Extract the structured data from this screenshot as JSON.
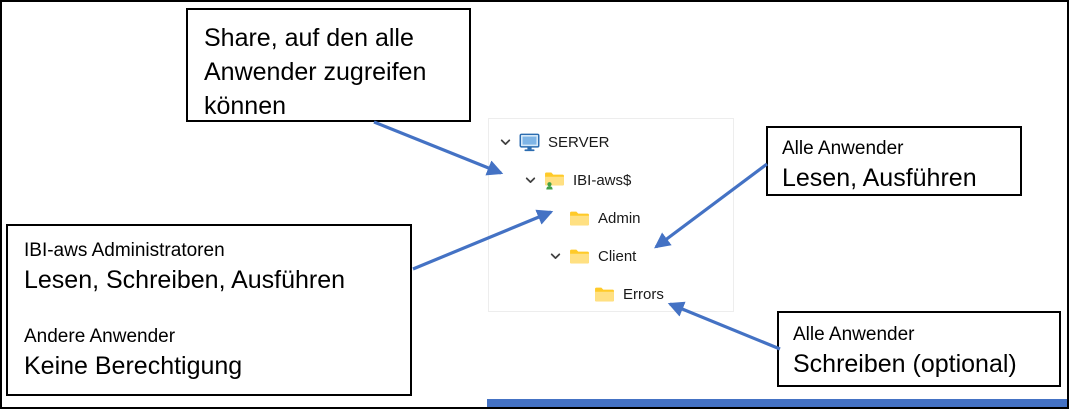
{
  "colors": {
    "arrow": "#4472c4",
    "bottom-bar": "#4472c4",
    "folder": "#ffca28",
    "folder-light": "#ffe082"
  },
  "callouts": {
    "share": {
      "text": "Share, auf den alle Anwender zugreifen können"
    },
    "admin": {
      "group1_title": "IBI-aws Administratoren",
      "group1_permission": "Lesen, Schreiben, Ausführen",
      "group2_title": "Andere Anwender",
      "group2_permission": "Keine Berechtigung"
    },
    "client": {
      "title": "Alle Anwender",
      "permission": "Lesen, Ausführen"
    },
    "errors": {
      "title": "Alle Anwender",
      "permission": "Schreiben (optional)"
    }
  },
  "tree": {
    "items": [
      {
        "label": "SERVER",
        "icon": "computer-icon",
        "expanded": true
      },
      {
        "label": "IBI-aws$",
        "icon": "shared-folder-icon",
        "expanded": true
      },
      {
        "label": "Admin",
        "icon": "folder-icon",
        "expanded": false
      },
      {
        "label": "Client",
        "icon": "folder-icon",
        "expanded": true
      },
      {
        "label": "Errors",
        "icon": "folder-icon",
        "expanded": false
      }
    ]
  }
}
